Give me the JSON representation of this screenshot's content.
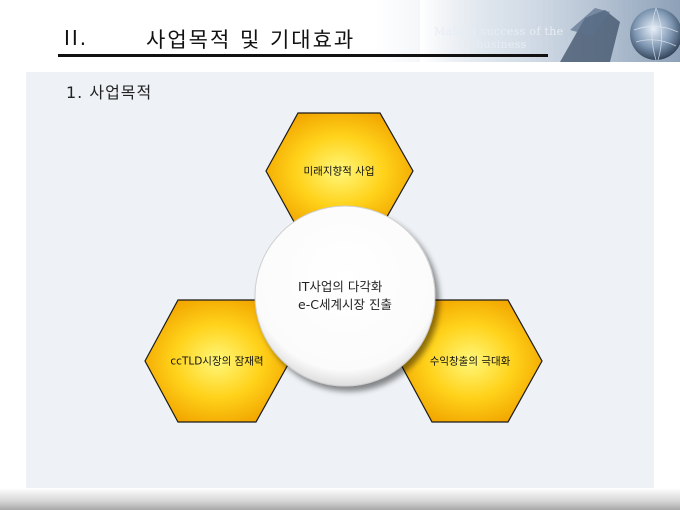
{
  "slide": {
    "title_number": "II.",
    "title": "사업목적 및 기대효과",
    "slogan_line1": "Make a success of the",
    "slogan_line2": "business",
    "section_heading": "1. 사업목적"
  },
  "diagram": {
    "center_line1": "IT사업의 다각화",
    "center_line2": "e-C세계시장 진출",
    "hex_top": "미래지향적 사업",
    "hex_left": "ccTLD시장의 잠재력",
    "hex_right": "수익창출의 극대화"
  },
  "colors": {
    "hex_fill_center": "#fff36a",
    "hex_fill_edge": "#f7b000",
    "hex_stroke": "#1a1a1a",
    "panel": "#eef2f6"
  }
}
